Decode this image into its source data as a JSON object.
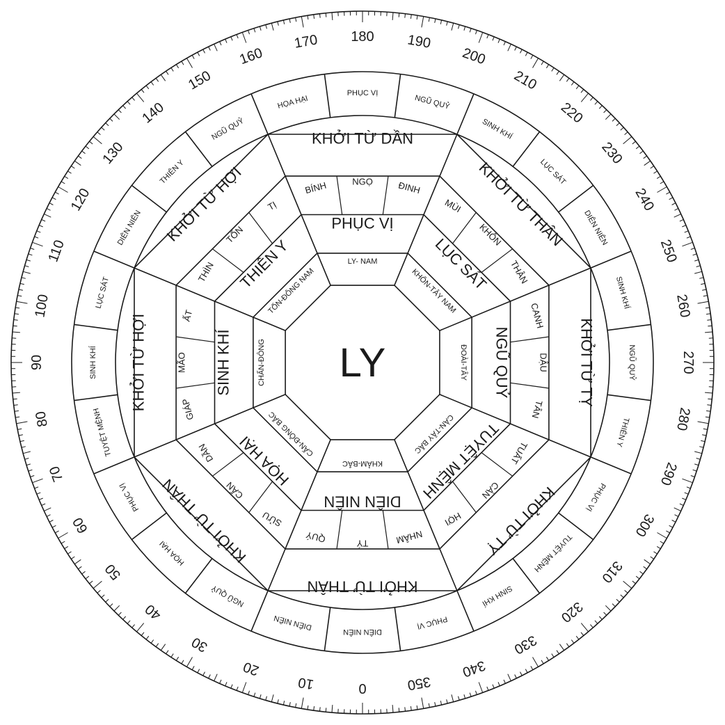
{
  "center": "LY",
  "ticks": {
    "labels": [
      "0",
      "10",
      "20",
      "30",
      "40",
      "50",
      "60",
      "70",
      "80",
      "90",
      "100",
      "110",
      "120",
      "130",
      "140",
      "150",
      "160",
      "170",
      "180",
      "190",
      "200",
      "210",
      "220",
      "230",
      "240",
      "250",
      "260",
      "270",
      "280",
      "290",
      "300",
      "310",
      "320",
      "330",
      "340",
      "350"
    ]
  },
  "outer_ring": [
    "HỌA HẠI",
    "PHỤC VỊ",
    "NGŨ QUỶ",
    "SINH KHÍ",
    "LỤC SÁT",
    "DIÊN NIÊN",
    "SINH KHÍ",
    "NGŨ QUỶ",
    "THIÊN Y",
    "PHỤC VỊ",
    "TUYỆT MỆNH",
    "SINH KHÍ",
    "PHỤC VỊ",
    "DIÊN NIÊN",
    "DIÊN NIÊN",
    "NGŨ QUỶ",
    "HỌA HẠI",
    "PHỤC VỊ",
    "TUYỆT MỆNH",
    "SINH KHÍ",
    "LỤC SÁT",
    "DIÊN NIÊN",
    "THIÊN Y",
    "NGŨ QUỶ"
  ],
  "sectors": [
    {
      "outer": "KHỞI TỪ DẦN",
      "stars": "PHỤC VỊ",
      "direction": "LY- NAM",
      "mountains": [
        "BÍNH",
        "NGỌ",
        "ĐINH"
      ]
    },
    {
      "outer": "KHỞI TỪ THÂN",
      "stars": "LỤC SÁT",
      "direction": "KHÔN-TÂY NAM",
      "mountains": [
        "MÙI",
        "KHÔN",
        "THÂN"
      ]
    },
    {
      "outer": "KHỞI TỪ TỴ",
      "stars": "NGŨ QUỶ",
      "direction": "ĐOÀI-TÂY",
      "mountains": [
        "CANH",
        "DẬU",
        "TÂN"
      ]
    },
    {
      "outer": "KHỞI TỪ TỴ",
      "stars": "TUYỆT MỆNH",
      "direction": "CÀN-TÂY BẮC",
      "mountains": [
        "TUẤT",
        "CÀN",
        "HỢI"
      ]
    },
    {
      "outer": "KHỞI TỪ THÂN",
      "stars": "DIÊN NIÊN",
      "direction": "KHẢM-BẮC",
      "mountains": [
        "NHÂM",
        "TÝ",
        "QUÝ"
      ]
    },
    {
      "outer": "KHỞI TỪ THÂN",
      "stars": "HỌA HẠI",
      "direction": "CẤN-ĐÔNG BẮC",
      "mountains": [
        "SỬU",
        "CẤN",
        "DẦN"
      ]
    },
    {
      "outer": "KHỞI TỪ HỢI",
      "stars": "SINH KHÍ",
      "direction": "CHẤN-ĐÔNG",
      "mountains": [
        "GIÁP",
        "MÃO",
        "ẤT"
      ]
    },
    {
      "outer": "KHỞI TỪ HỢI",
      "stars": "THIÊN Y",
      "direction": "TỐN-ĐÔNG NAM",
      "mountains": [
        "THÌN",
        "TỐN",
        "TỊ"
      ]
    }
  ]
}
